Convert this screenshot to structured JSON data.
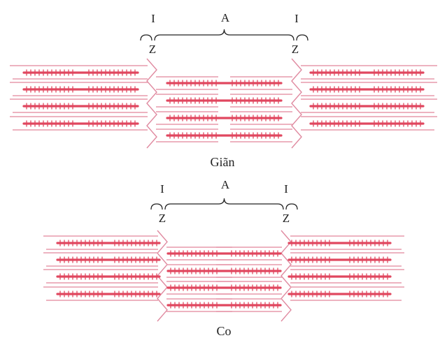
{
  "colors": {
    "thick": "#e0475f",
    "thin": "#e79aab",
    "zline": "#e08aa0",
    "bracket": "#222222",
    "text": "#222222"
  },
  "panels": [
    {
      "id": "relaxed",
      "caption": "Giãn",
      "band_label": "A",
      "left_i_label": "I",
      "right_i_label": "I",
      "left_z_label": "Z",
      "right_z_label": "Z"
    },
    {
      "id": "contracted",
      "caption": "Co",
      "band_label": "A",
      "left_i_label": "I",
      "right_i_label": "I",
      "left_z_label": "Z",
      "right_z_label": "Z"
    }
  ]
}
